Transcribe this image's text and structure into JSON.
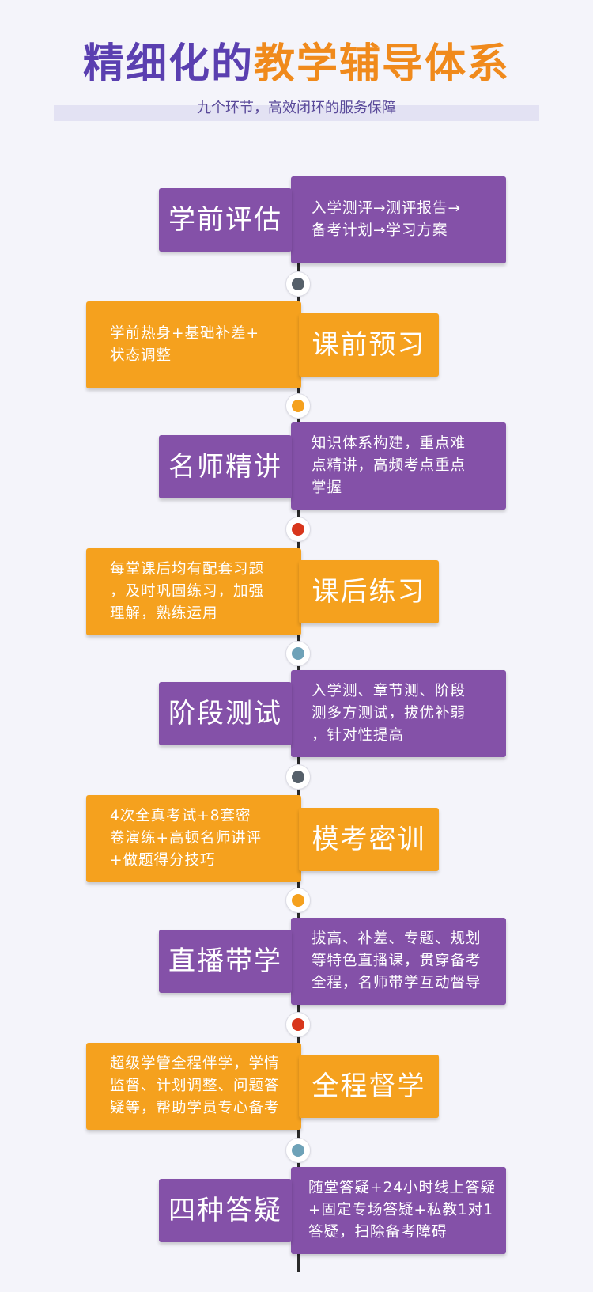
{
  "header": {
    "title_part1": "精细化的",
    "title_part2": "教学辅导体系",
    "subtitle": "九个环节，高效闭环的服务保障"
  },
  "steps": [
    {
      "label": "学前评估",
      "desc": [
        "入学测评→测评报告→",
        "备考计划→学习方案"
      ]
    },
    {
      "label": "课前预习",
      "desc": [
        "学前热身+基础补差+",
        "状态调整"
      ]
    },
    {
      "label": "名师精讲",
      "desc": [
        "知识体系构建，重点难",
        "点精讲，高频考点重点",
        "掌握"
      ]
    },
    {
      "label": "课后练习",
      "desc": [
        "每堂课后均有配套习题",
        "，及时巩固练习，加强",
        "理解，熟练运用"
      ]
    },
    {
      "label": "阶段测试",
      "desc": [
        "入学测、章节测、阶段",
        "测多方测试，拔优补弱",
        "，针对性提高"
      ]
    },
    {
      "label": "模考密训",
      "desc": [
        "4次全真考试+8套密",
        "卷演练+高顿名师讲评",
        "+做题得分技巧"
      ]
    },
    {
      "label": "直播带学",
      "desc": [
        "拔高、补差、专题、规划",
        "等特色直播课，贯穿备考",
        "全程，名师带学互动督导"
      ]
    },
    {
      "label": "全程督学",
      "desc": [
        "超级学管全程伴学，学情",
        "监督、计划调整、问题答",
        "疑等，帮助学员专心备考"
      ]
    },
    {
      "label": "四种答疑",
      "desc": [
        "随堂答疑+24小时线上答疑",
        "+固定专场答疑+私教1对1",
        "答疑，扫除备考障碍"
      ]
    }
  ],
  "colors": {
    "purple": "#8451a8",
    "orange": "#f5a11e",
    "title_purple": "#5a3fb0",
    "title_orange": "#f08a1c",
    "dots": [
      "#56606a",
      "#f5a11e",
      "#d8361c",
      "#6ea2b8",
      "#56606a",
      "#f5a11e",
      "#d8361c",
      "#6ea2b8"
    ]
  }
}
